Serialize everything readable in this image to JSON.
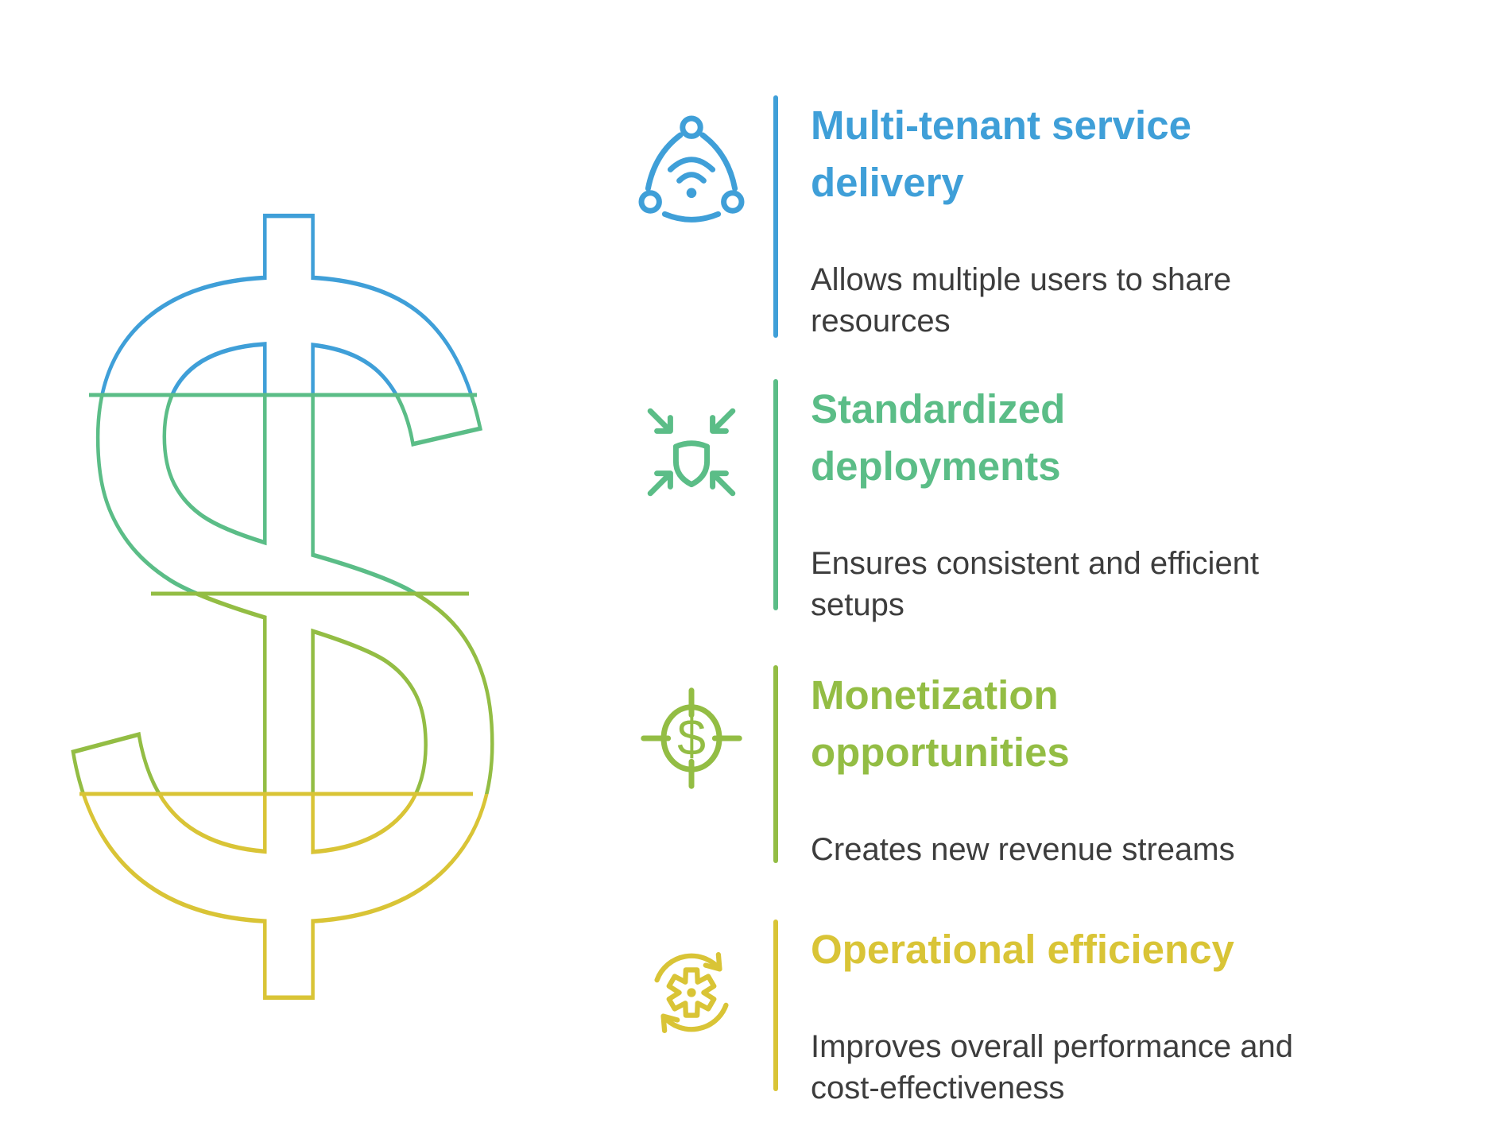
{
  "page": {
    "background": "#ffffff",
    "text_color": "#3D3D3D"
  },
  "dollar_sign": {
    "symbol": "$",
    "bands": [
      {
        "name": "top-band",
        "color": "#3F9FD8"
      },
      {
        "name": "upper-middle-band",
        "color": "#5BBD87"
      },
      {
        "name": "lower-middle-band",
        "color": "#93BD44"
      },
      {
        "name": "bottom-band",
        "color": "#D9C436"
      }
    ],
    "divider_y": [
      497,
      747,
      999
    ]
  },
  "sections": [
    {
      "icon": "network-wifi-icon",
      "color": "#3F9FD8",
      "title": "Multi-tenant service delivery",
      "title_lines": [
        "Multi-tenant service",
        "delivery"
      ],
      "description": "Allows multiple users to share resources",
      "description_lines": [
        "Allows multiple users to share",
        "resources"
      ]
    },
    {
      "icon": "shield-converge-icon",
      "color": "#5BBD87",
      "title": "Standardized deployments",
      "title_lines": [
        "Standardized",
        "deployments"
      ],
      "description": "Ensures consistent and efficient setups",
      "description_lines": [
        "Ensures consistent and efficient",
        "setups"
      ]
    },
    {
      "icon": "dollar-target-icon",
      "color": "#93BD44",
      "title": "Monetization opportunities",
      "title_lines": [
        "Monetization",
        "opportunities"
      ],
      "description": "Creates new revenue streams",
      "description_lines": [
        "Creates new revenue streams"
      ]
    },
    {
      "icon": "gear-sync-icon",
      "color": "#D9C436",
      "title": "Operational efficiency",
      "title_lines": [
        "Operational efficiency"
      ],
      "description": "Improves overall performance and cost-effectiveness",
      "description_lines": [
        "Improves overall performance and",
        "cost-effectiveness"
      ]
    }
  ]
}
